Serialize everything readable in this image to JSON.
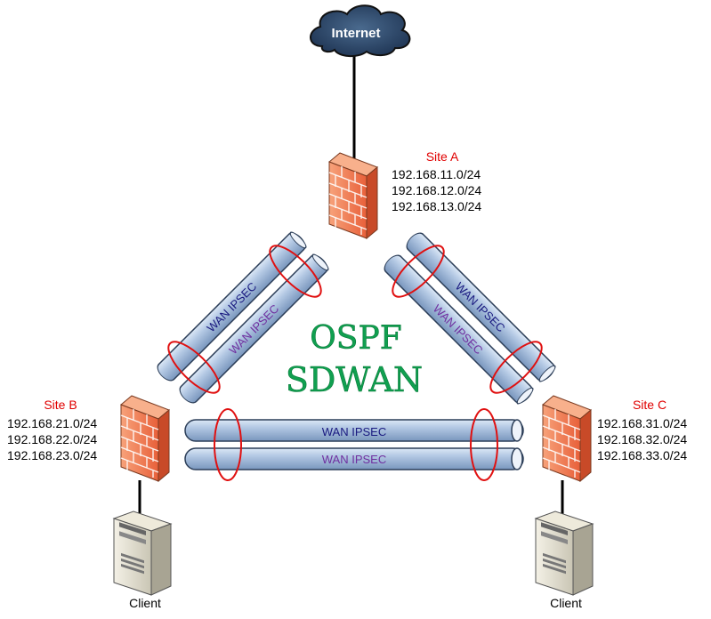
{
  "cloud": {
    "label": "Internet"
  },
  "sites": [
    {
      "name": "Site A",
      "subnets": [
        "192.168.11.0/24",
        "192.168.12.0/24",
        "192.168.13.0/24"
      ]
    },
    {
      "name": "Site B",
      "subnets": [
        "192.168.21.0/24",
        "192.168.22.0/24",
        "192.168.23.0/24"
      ]
    },
    {
      "name": "Site C",
      "subnets": [
        "192.168.31.0/24",
        "192.168.32.0/24",
        "192.168.33.0/24"
      ]
    }
  ],
  "tunnels": {
    "label": "WAN IPSEC"
  },
  "center": {
    "line1": "OSPF",
    "line2": "SDWAN"
  },
  "clients": [
    {
      "label": "Client"
    },
    {
      "label": "Client"
    }
  ],
  "colors": {
    "site_label": "#e00000",
    "tunnel_text_blue": "#1a1a80",
    "tunnel_text_purple": "#7030a0",
    "ospf_green": "#10a050",
    "ring": "#e01010",
    "pipe": "#a9c0dc"
  }
}
